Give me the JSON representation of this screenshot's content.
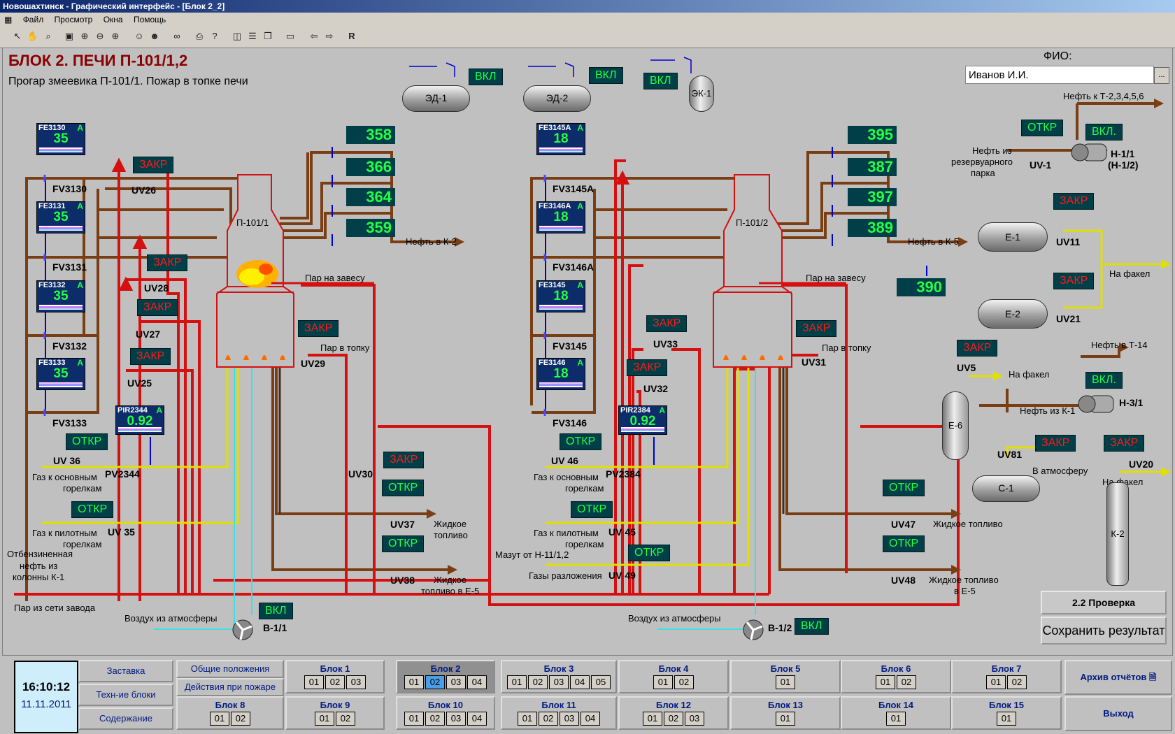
{
  "window": {
    "title": "Новошахтинск - Графический интерфейс - [Блок 2_2]"
  },
  "menu": [
    "Файл",
    "Просмотр",
    "Окна",
    "Помощь"
  ],
  "header": {
    "title": "БЛОК 2. ПЕЧИ П-101/1,2",
    "subtitle": "Прогар змеевика  П-101/1. Пожар в топке печи"
  },
  "fio": {
    "label": "ФИО:",
    "value": "Иванов И.И.",
    "browse": "..."
  },
  "motors": {
    "ed1": "ЭД-1",
    "ed2": "ЭД-2",
    "ek1": "ЭК-1",
    "on": "ВКЛ",
    "on2": "ВКЛ."
  },
  "furnace1": {
    "name": "П-101/1",
    "temps": [
      "358",
      "366",
      "364",
      "359"
    ],
    "flows": [
      {
        "id": "FE3130",
        "a": "A",
        "val": "35",
        "valve": "FV3130"
      },
      {
        "id": "FE3131",
        "a": "A",
        "val": "35",
        "valve": "FV3131"
      },
      {
        "id": "FE3132",
        "a": "A",
        "val": "35",
        "valve": "FV3132"
      },
      {
        "id": "FE3133",
        "a": "A",
        "val": "35",
        "valve": "FV3133"
      }
    ],
    "pir": {
      "id": "PIR2344",
      "a": "A",
      "val": "0.92",
      "valve": "PV2344"
    },
    "valves": {
      "uv26": "UV26",
      "uv28": "UV28",
      "uv27": "UV27",
      "uv25": "UV25",
      "uv29": "UV29",
      "uv36": "UV 36",
      "uv35": "UV 35",
      "uv30": "UV30",
      "uv37": "UV37",
      "uv38": "UV38"
    },
    "fan": "В-1/1"
  },
  "furnace2": {
    "name": "П-101/2",
    "temps": [
      "395",
      "387",
      "397",
      "389"
    ],
    "outlet_temp": "390",
    "flows": [
      {
        "id": "FE3145A",
        "a": "A",
        "val": "18",
        "valve": "FV3145A"
      },
      {
        "id": "FE3146A",
        "a": "A",
        "val": "18",
        "valve": "FV3146A"
      },
      {
        "id": "FE3145",
        "a": "A",
        "val": "18",
        "valve": "FV3145"
      },
      {
        "id": "FE3146",
        "a": "A",
        "val": "18",
        "valve": "FV3146"
      }
    ],
    "pir": {
      "id": "PIR2384",
      "a": "A",
      "val": "0.92",
      "valve": "PV2384"
    },
    "valves": {
      "uv33": "UV33",
      "uv32": "UV32",
      "uv31": "UV31",
      "uv46": "UV 46",
      "uv45": "UV 45",
      "uv49": "UV 49",
      "uv47": "UV47",
      "uv48": "UV48"
    },
    "fan": "В-1/2"
  },
  "states": {
    "closed": "ЗАКР",
    "open": "ОТКР",
    "on": "ВКЛ",
    "on_dot": "ВКЛ."
  },
  "labels": {
    "to_k2": "Нефть в К-2",
    "to_k5": "Нефть в К-5",
    "steam_curtain": "Пар на завесу",
    "steam_furnace": "Пар в топку",
    "gas_main_1": "Газ к основным",
    "gas_main_2": "горелкам",
    "gas_pilot_1": "Газ к пилотным",
    "gas_pilot_2": "горелкам",
    "liquid_fuel_1": "Жидкое",
    "liquid_fuel_2": "топливо",
    "liquid_e5_1": "Жидкое",
    "liquid_e5_2": "топливо в Е-5",
    "topped_1": "Отбензиненная",
    "topped_2": "нефть из",
    "topped_3": "колонны К-1",
    "plant_steam": "Пар из сети завода",
    "air": "Воздух из атмосферы",
    "mazut": "Мазут от Н-11/1,2",
    "decomp_gas": "Газы разложения",
    "liquid_fuel_r": "Жидкое топливо",
    "liquid_e5_r1": "Жидкое топливо",
    "liquid_e5_r2": "в Е-5",
    "oil_t": "Нефть к Т-2,3,4,5,6",
    "oil_tank_1": "Нефть из",
    "oil_tank_2": "резервуарного",
    "oil_tank_3": "парка",
    "h11_1": "Н-1/1",
    "h11_2": "(Н-1/2)",
    "uv1": "UV-1",
    "e1": "Е-1",
    "e2": "Е-2",
    "uv11": "UV11",
    "uv21": "UV21",
    "to_flare": "На факел",
    "oil_t14": "Нефть в Т-14",
    "oil_from_k1": "Нефть из К-1",
    "h31": "Н-3/1",
    "uv5": "UV5",
    "e6": "Е-6",
    "uv81": "UV81",
    "to_atm": "В атмосферу",
    "c1": "С-1",
    "uv20": "UV20",
    "k2": "К-2"
  },
  "actions": {
    "check": "2.2 Проверка",
    "save": "Сохранить результат"
  },
  "clock": {
    "time": "16:10:12",
    "date": "11.11.2011"
  },
  "nav": {
    "zastavka": "Заставка",
    "tech": "Техн-ие блоки",
    "content": "Содержание",
    "general": "Общие положения",
    "fire": "Действия при пожаре",
    "archive": "Архив отчётов",
    "exit": "Выход"
  },
  "blocks": [
    {
      "name": "Блок 1",
      "items": [
        "01",
        "02",
        "03"
      ]
    },
    {
      "name": "Блок 2",
      "items": [
        "01",
        "02",
        "03",
        "04"
      ],
      "selected": true,
      "active_item": "02"
    },
    {
      "name": "Блок 3",
      "items": [
        "01",
        "02",
        "03",
        "04",
        "05"
      ]
    },
    {
      "name": "Блок 4",
      "items": [
        "01",
        "02"
      ]
    },
    {
      "name": "Блок 5",
      "items": [
        "01"
      ]
    },
    {
      "name": "Блок 6",
      "items": [
        "01",
        "02"
      ]
    },
    {
      "name": "Блок 7",
      "items": [
        "01",
        "02"
      ]
    },
    {
      "name": "Блок 8",
      "items": [
        "01",
        "02"
      ]
    },
    {
      "name": "Блок 9",
      "items": [
        "01",
        "02"
      ]
    },
    {
      "name": "Блок 10",
      "items": [
        "01",
        "02",
        "03",
        "04"
      ]
    },
    {
      "name": "Блок 11",
      "items": [
        "01",
        "02",
        "03",
        "04"
      ]
    },
    {
      "name": "Блок 12",
      "items": [
        "01",
        "02",
        "03"
      ]
    },
    {
      "name": "Блок 13",
      "items": [
        "01"
      ]
    },
    {
      "name": "Блок 14",
      "items": [
        "01"
      ]
    },
    {
      "name": "Блок 15",
      "items": [
        "01"
      ]
    }
  ]
}
